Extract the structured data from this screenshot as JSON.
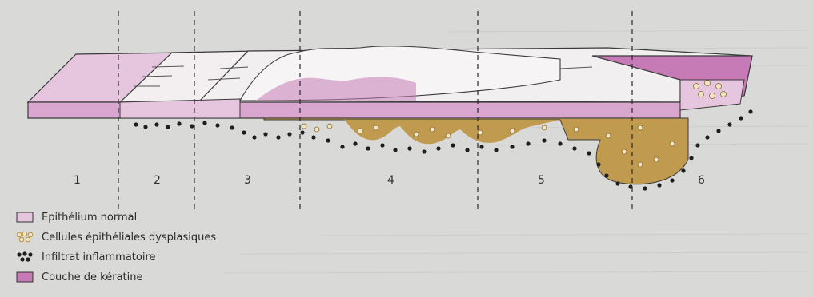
{
  "colors": {
    "normal_epithelium": "#e6c6df",
    "dysplastic_cells": "#c09a4e",
    "inflammatory_infiltrate": "#1e1e1e",
    "keratin_layer": "#c77bb6",
    "background": "#d9d9d7"
  },
  "stages": [
    "1",
    "2",
    "3",
    "4",
    "5",
    "6"
  ],
  "legend": [
    {
      "label": "Epithélium normal",
      "icon": "epithelium-swatch-icon"
    },
    {
      "label": "Cellules épithéliales dysplasiques",
      "icon": "dysplastic-cells-icon"
    },
    {
      "label": "Infiltrat inflammatoire",
      "icon": "inflammatory-infiltrate-icon"
    },
    {
      "label": "Couche de kératine",
      "icon": "keratin-swatch-icon"
    }
  ]
}
